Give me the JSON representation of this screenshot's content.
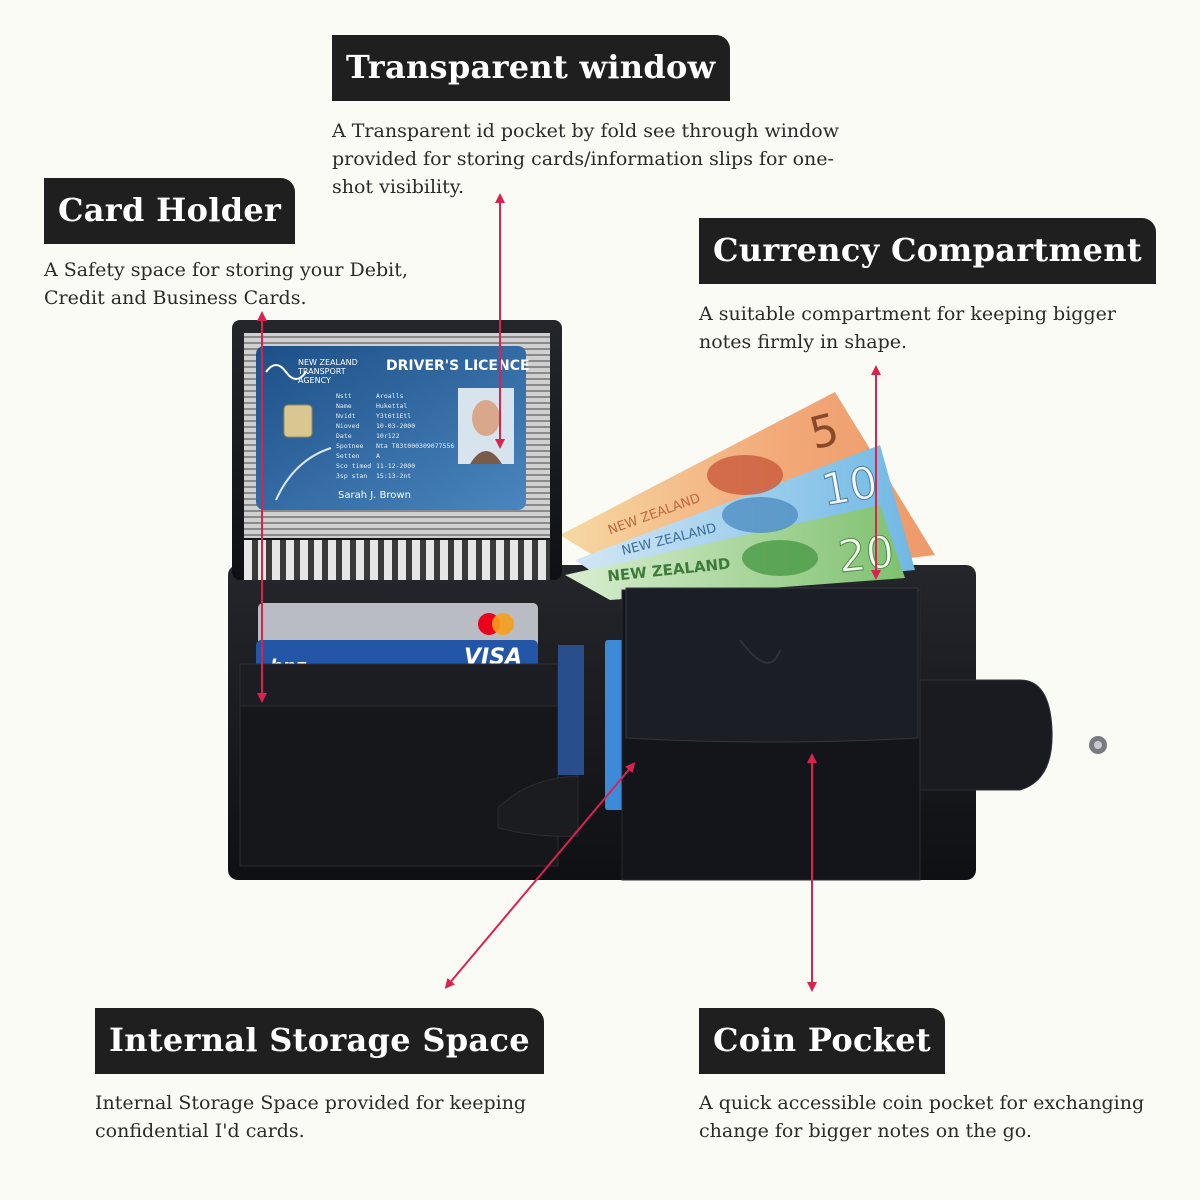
{
  "features": {
    "transparent_window": {
      "title": "Transparent window",
      "desc_lines": [
        "A Transparent id pocket by fold see through window",
        "provided for storing cards/information slips for one-",
        "shot visibility."
      ]
    },
    "card_holder": {
      "title": "Card Holder",
      "desc_lines": [
        "A Safety space for storing your Debit,",
        "Credit and Business Cards."
      ]
    },
    "currency_compartment": {
      "title": "Currency Compartment",
      "desc_lines": [
        "A suitable compartment for keeping bigger",
        "notes firmly in shape."
      ]
    },
    "internal_storage": {
      "title": "Internal Storage Space",
      "desc_lines": [
        "Internal Storage Space provided for keeping",
        "confidential I'd cards."
      ]
    },
    "coin_pocket": {
      "title": "Coin Pocket",
      "desc_lines": [
        "A quick accessible coin pocket for exchanging",
        "change for bigger notes on the go."
      ]
    }
  },
  "licence": {
    "agency_line1": "NEW ZEALAND",
    "agency_line2": "TRANSPORT",
    "agency_line3": "AGENCY",
    "heading": "DRIVER'S LICENCE",
    "name": "Sarah J. Brown",
    "field_labels": [
      "Nstt",
      "Name",
      "Nvidt",
      "Nioved",
      "Date",
      "Spotnee",
      "Setten",
      "Sco timed",
      "3sp stan"
    ],
    "field_values": [
      "Aroalls",
      "Hukettal",
      "Y3t6t1Etl",
      "10-03-2000",
      "10r122",
      "Nta T83t000309077556",
      "A",
      "11-12-2000",
      "15:13-2nt"
    ]
  },
  "notes": {
    "five": "5",
    "ten": "10",
    "twenty": "20",
    "country_a": "NEW ZEALAND",
    "country_b": "NEW ZEALAND",
    "country_c": "NEW ZEALAND"
  },
  "cards": {
    "visa": "VISA",
    "bnz": "bnz"
  },
  "colors": {
    "accent_arrow": "#d9234f",
    "label_bg": "#1f1f1f",
    "wallet": "#16171b",
    "licence_blue": "#2d5f95"
  }
}
